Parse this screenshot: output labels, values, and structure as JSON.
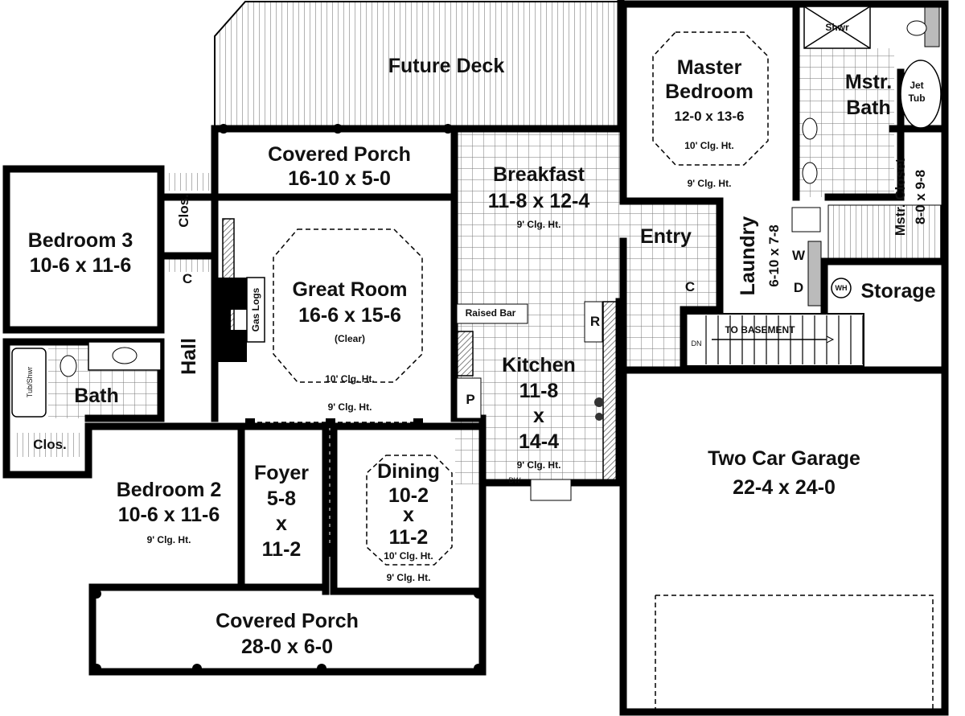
{
  "title": "Floor Plan",
  "rooms": {
    "deck": {
      "name": "Future Deck"
    },
    "porch_top": {
      "name": "Covered Porch",
      "size": "16-10 x 5-0"
    },
    "master": {
      "name1": "Master",
      "name2": "Bedroom",
      "size": "12-0 x 13-6",
      "clg": "10' Clg. Ht.",
      "clg2": "9' Clg. Ht."
    },
    "mbath": {
      "name1": "Mstr.",
      "name2": "Bath",
      "shower": "Shwr",
      "tub1": "Jet",
      "tub2": "Tub"
    },
    "mcloset": {
      "name": "Mstr. Closet",
      "size": "8-0 x 9-8"
    },
    "breakfast": {
      "name": "Breakfast",
      "size": "11-8 x 12-4",
      "clg": "9' Clg. Ht."
    },
    "bed3": {
      "name": "Bedroom 3",
      "size": "10-6 x 11-6",
      "closet": "Clos.",
      "c": "C"
    },
    "great": {
      "name": "Great Room",
      "size": "16-6 x 15-6",
      "note": "(Clear)",
      "clg": "10' Clg. Ht.",
      "clg2": "9' Clg. Ht.",
      "gas": "Gas Logs"
    },
    "entry": {
      "name": "Entry",
      "c": "C"
    },
    "laundry": {
      "name": "Laundry",
      "size": "6-10 x 7-8",
      "w": "W",
      "d": "D"
    },
    "storage": {
      "name": "Storage",
      "wh": "WH"
    },
    "stairs": {
      "label": "TO BASEMENT",
      "dn": "DN"
    },
    "kitchen": {
      "bar": "Raised Bar",
      "r": "R",
      "p": "P",
      "name": "Kitchen",
      "s1": "11-8",
      "x": "x",
      "s2": "14-4",
      "clg": "9' Clg. Ht.",
      "dw": "DW"
    },
    "hall": {
      "name": "Hall"
    },
    "bath": {
      "name": "Bath",
      "tub": "Tub/Shwr",
      "closet": "Clos."
    },
    "bed2": {
      "name": "Bedroom 2",
      "size": "10-6 x 11-6",
      "clg": "9' Clg. Ht."
    },
    "foyer": {
      "name": "Foyer",
      "s1": "5-8",
      "x": "x",
      "s2": "11-2"
    },
    "dining": {
      "name": "Dining",
      "s1": "10-2",
      "x": "x",
      "s2": "11-2",
      "clg": "10' Clg. Ht.",
      "clg2": "9' Clg. Ht."
    },
    "garage": {
      "name": "Two Car Garage",
      "size": "22-4 x 24-0"
    },
    "porch_bottom": {
      "name": "Covered Porch",
      "size": "28-0 x 6-0"
    }
  }
}
